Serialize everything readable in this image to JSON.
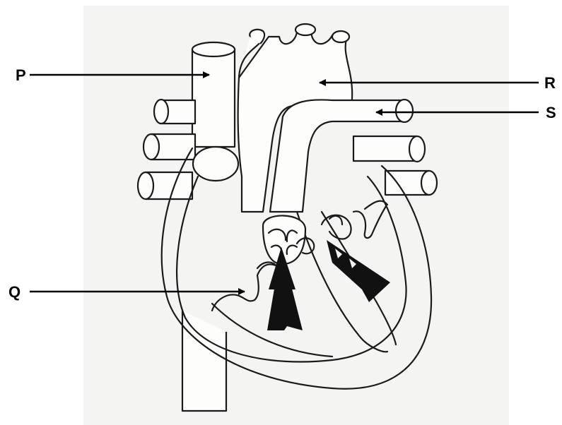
{
  "labels": {
    "P": "P",
    "Q": "Q",
    "R": "R",
    "S": "S"
  },
  "colors": {
    "line": "#1a1a1a",
    "paper": "#f4f4f2",
    "arrow": "#000000"
  }
}
